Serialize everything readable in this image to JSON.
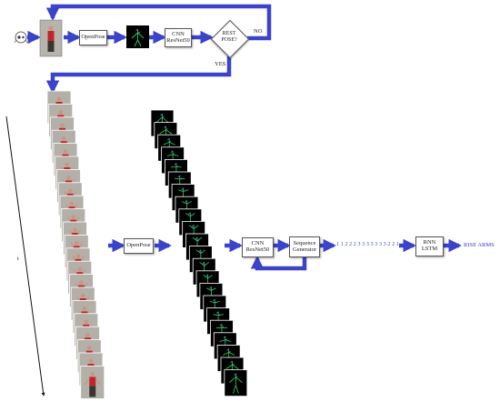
{
  "top_row": {
    "step1_label": "OpenPose",
    "step2_label_line1": "CNN",
    "step2_label_line2": "ResNet50",
    "decision_line1": "REST",
    "decision_line2": "POSE?",
    "no_label": "NO",
    "yes_label": "YES"
  },
  "bottom_row": {
    "time_axis_label": "t",
    "openpose_label": "OpenPose",
    "cnn_line1": "CNN",
    "cnn_line2": "ResNet50",
    "seqgen_line1": "Sequence",
    "seqgen_line2": "Generator",
    "sequence_text": "1 1 2 2 2 3 3 3 3 3 3 3 2 2 1",
    "rnn_line1": "RNN",
    "rnn_line2": "LSTM",
    "output_label": "RISE ARMS"
  },
  "colors": {
    "arrow": "#3a43c9",
    "frame_bg": "#000000",
    "person_shirt": "#c0262c",
    "skeleton": "#2fd35a"
  },
  "icons": {
    "camera": "webcam-icon"
  }
}
